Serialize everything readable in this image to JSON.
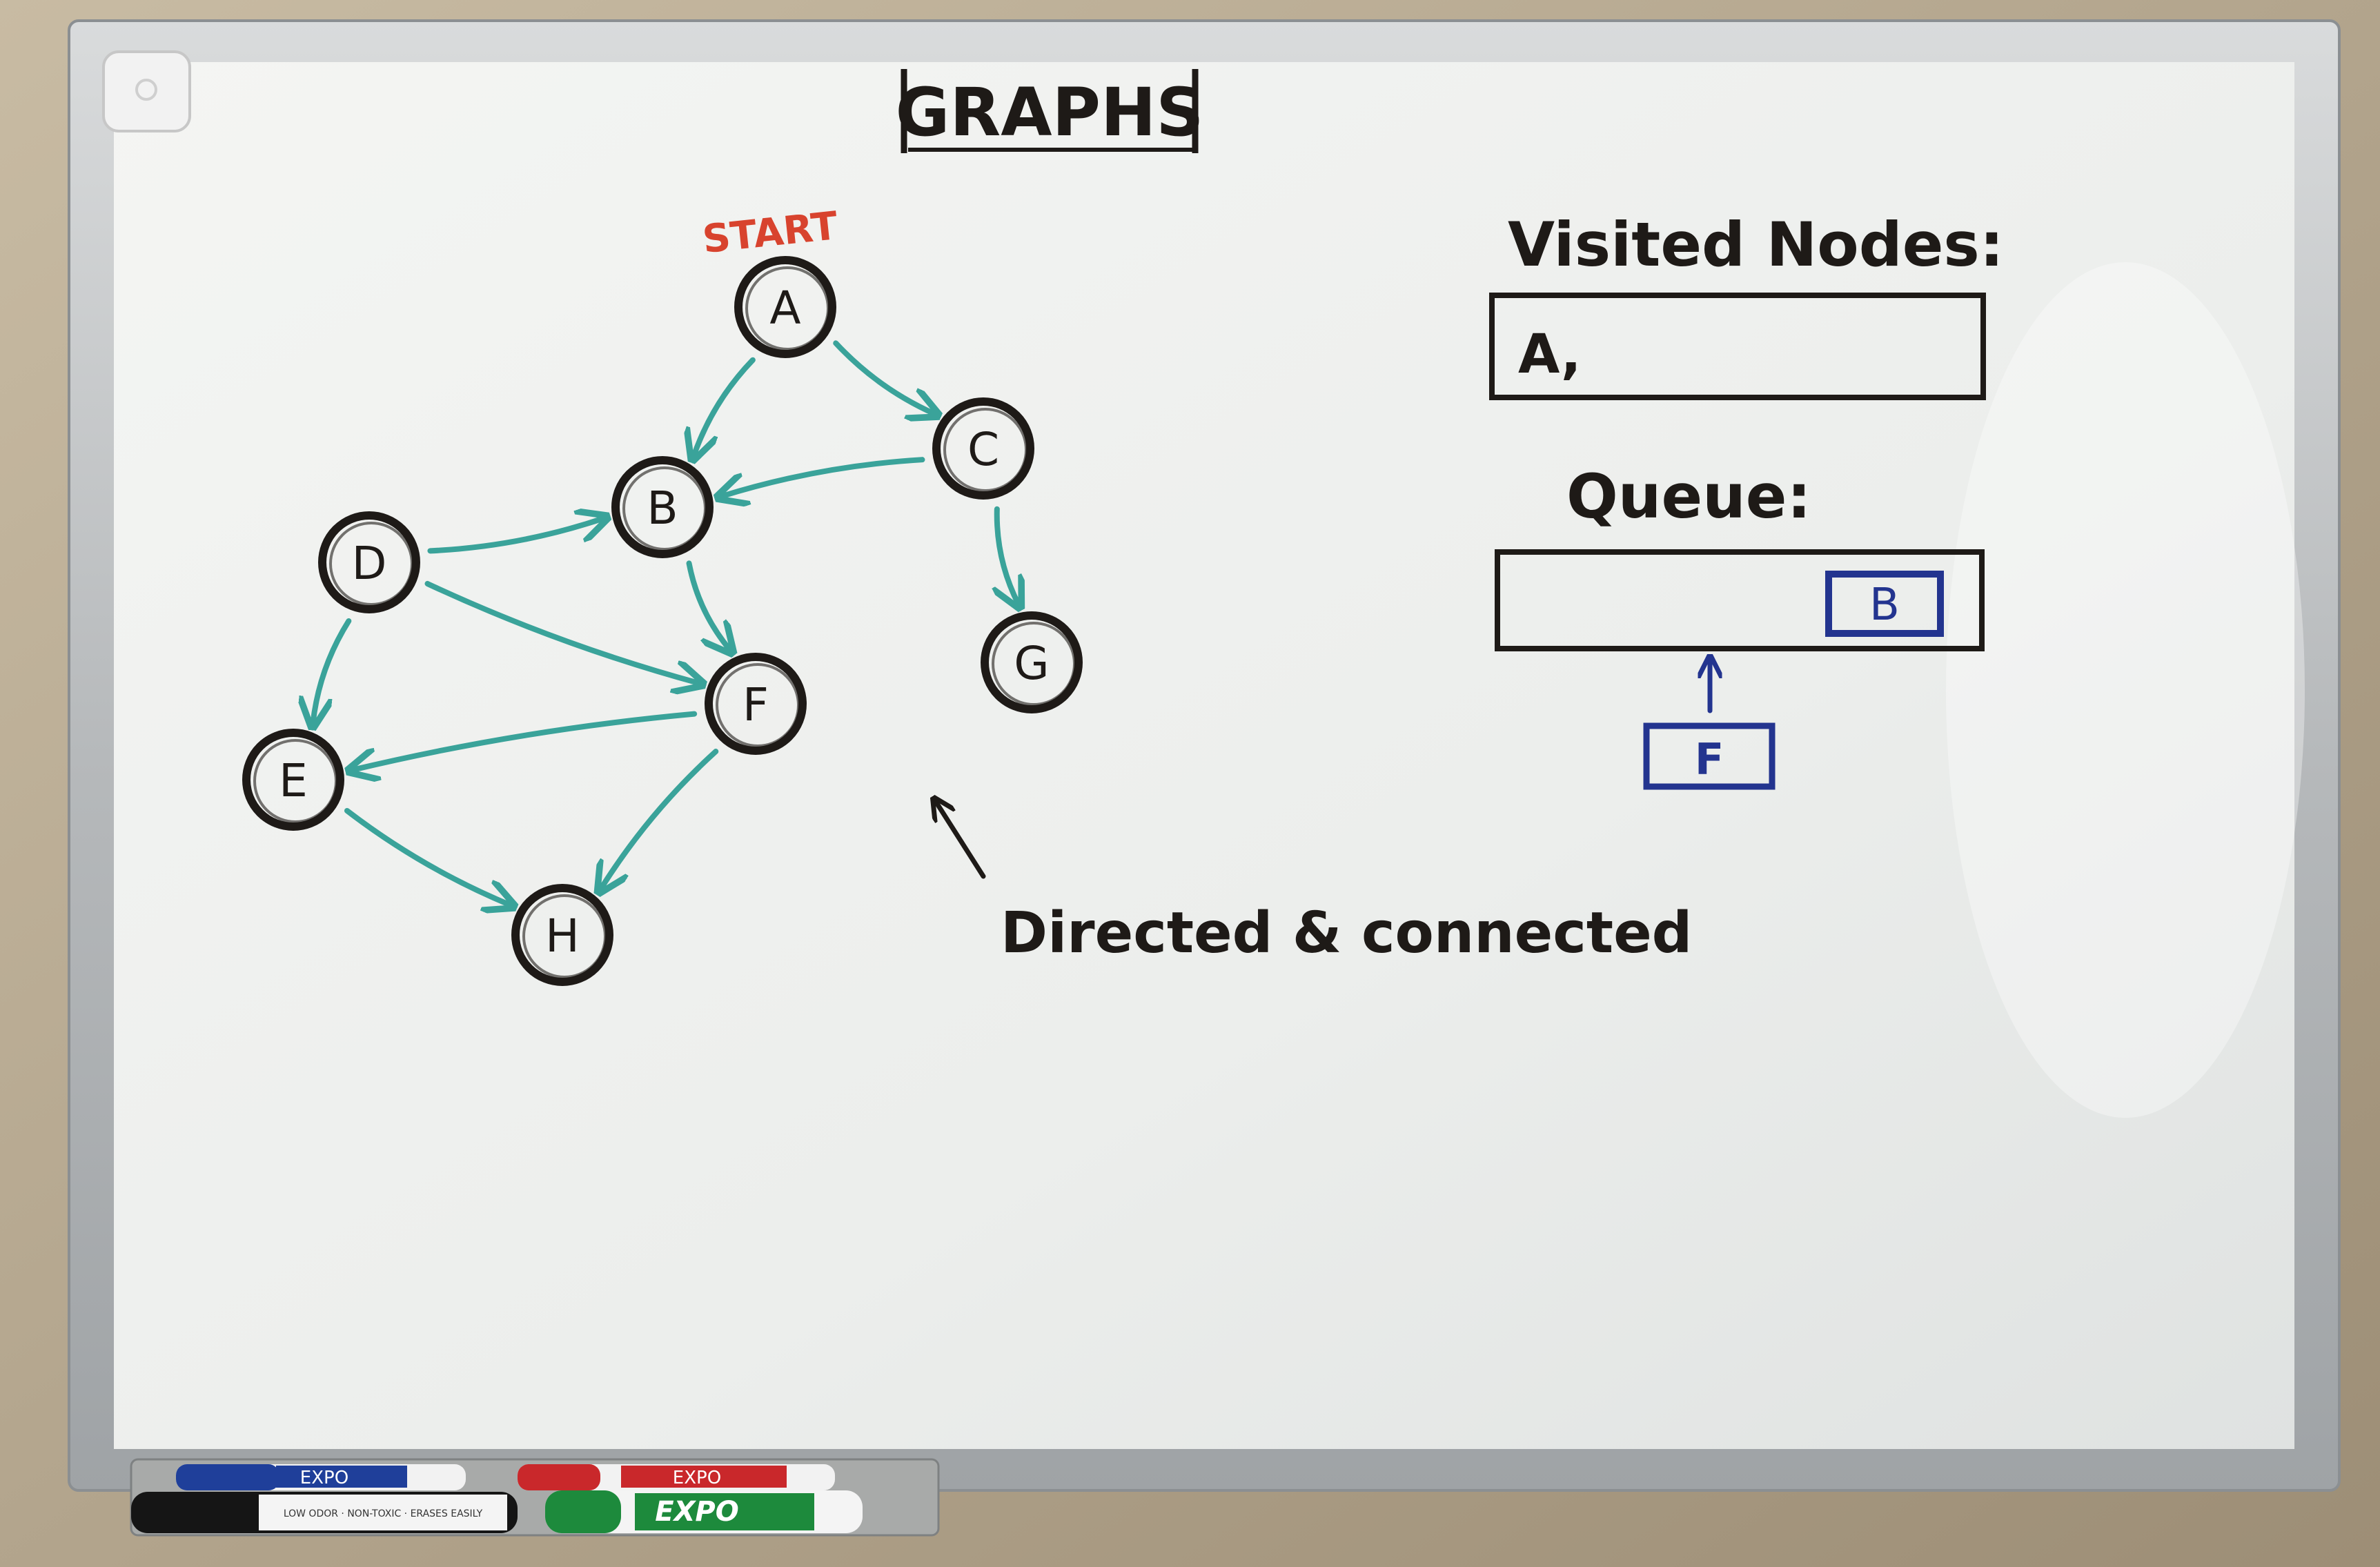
{
  "board": {
    "title": "GRAPHS",
    "start_label": "START",
    "annotation": "Directed & connected",
    "colors": {
      "ink": "#1e1a17",
      "edge": "#3aa39a",
      "start": "#d8432e",
      "queue_ink": "#23348f",
      "board": "#eef0ee",
      "frame": "#bfc1c2"
    }
  },
  "graph": {
    "start": "A",
    "nodes": [
      "A",
      "B",
      "C",
      "D",
      "E",
      "F",
      "G",
      "H"
    ],
    "edges": [
      [
        "A",
        "B"
      ],
      [
        "A",
        "C"
      ],
      [
        "C",
        "B"
      ],
      [
        "C",
        "G"
      ],
      [
        "D",
        "B"
      ],
      [
        "D",
        "F"
      ],
      [
        "D",
        "E"
      ],
      [
        "B",
        "F"
      ],
      [
        "F",
        "E"
      ],
      [
        "F",
        "H"
      ],
      [
        "E",
        "H"
      ]
    ]
  },
  "visited": {
    "label": "Visited Nodes:",
    "value": "A,"
  },
  "queue": {
    "label": "Queue:",
    "items": [
      "B"
    ],
    "incoming": "F"
  },
  "markers": [
    {
      "color": "#1f3f9a",
      "text": "EXPO"
    },
    {
      "color": "#c9282b",
      "text": "EXPO"
    },
    {
      "color": "#151515",
      "text": "LOW ODOR · NON-TOXIC · ERASES EASILY"
    },
    {
      "color": "#1d8a3c",
      "text": "EXPO"
    }
  ]
}
